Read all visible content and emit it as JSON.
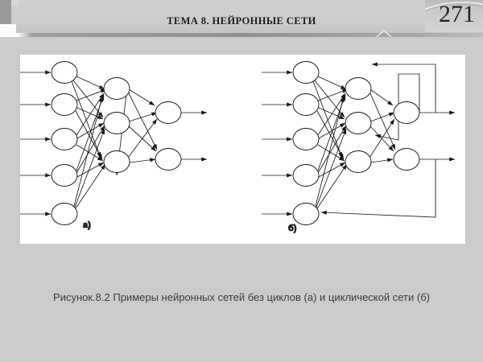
{
  "header": {
    "title": "ТЕМА 8. НЕЙРОННЫЕ СЕТИ",
    "page_number": "271"
  },
  "figure": {
    "caption": "Рисунок.8.2 Примеры нейронных сетей без циклов (а) и циклической сети (б)",
    "diagram_a_label": "а)",
    "diagram_b_label": "б)"
  },
  "colors": {
    "page_background": "#cbcbcb",
    "header_background": "#cdcdcd",
    "panel_background": "#ffffff",
    "ink": "#1c1c1c",
    "caption_text": "#3b3b3b"
  },
  "diagrams": {
    "a": {
      "name": "feedforward-network",
      "input_nodes": 5,
      "hidden_nodes": 3,
      "output_nodes": 2,
      "has_cycles": false,
      "input_arrows": 5,
      "output_arrows": 2
    },
    "b": {
      "name": "recurrent-network",
      "input_nodes": 5,
      "hidden_nodes": 3,
      "output_nodes": 2,
      "has_cycles": true,
      "input_arrows": 5,
      "output_arrows": 2,
      "feedback_loops": 2
    }
  }
}
